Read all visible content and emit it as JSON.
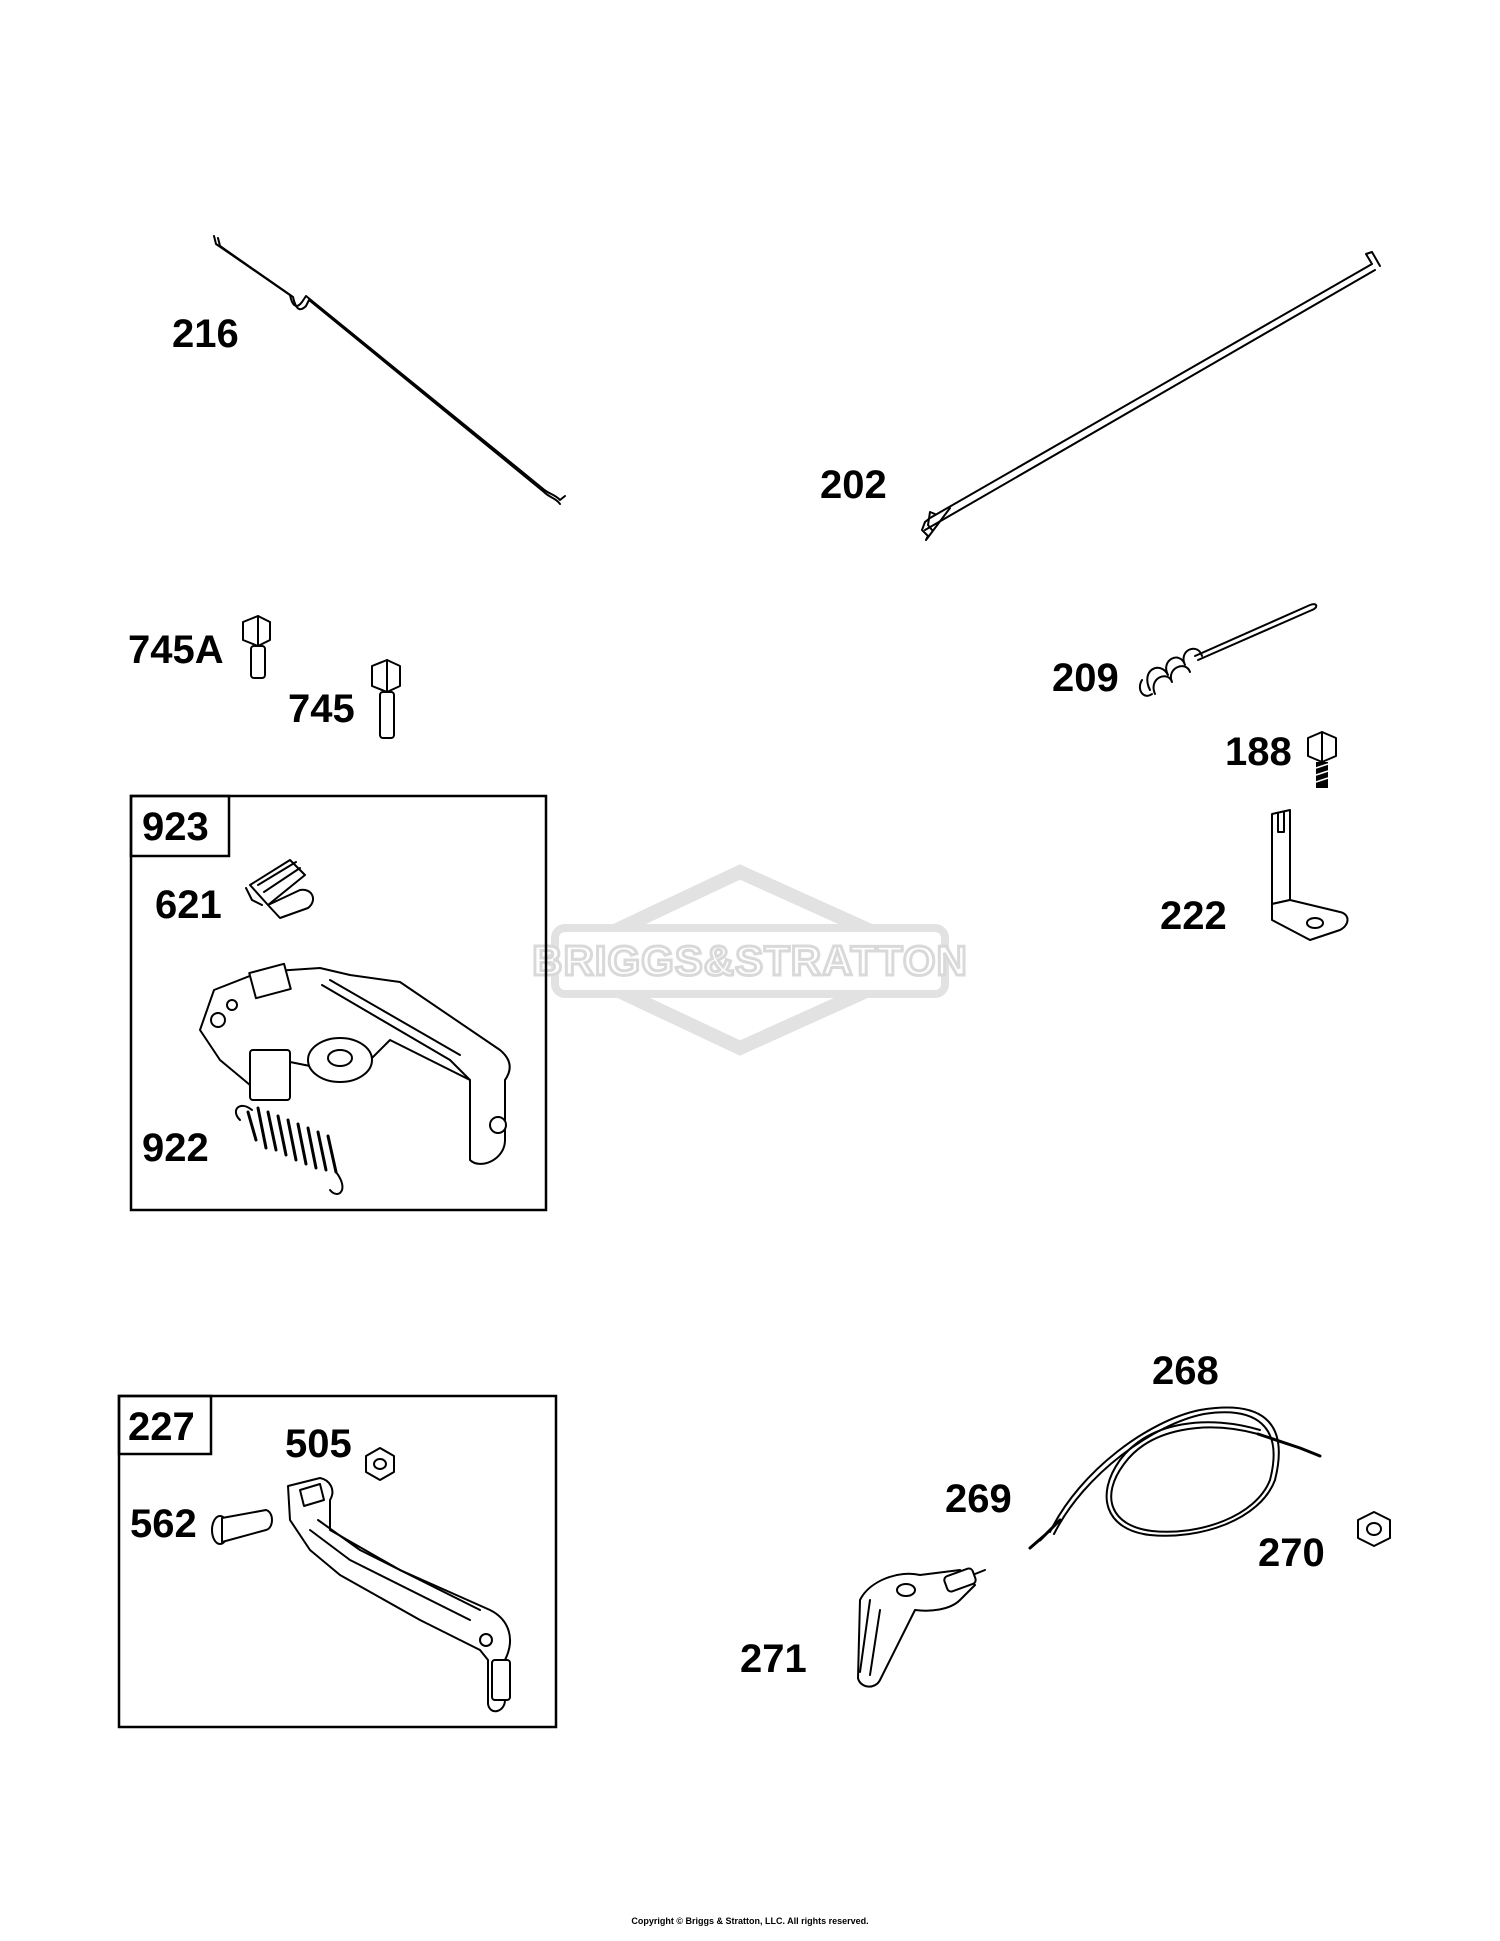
{
  "watermark": {
    "text": "BRIGGS&STRATTON"
  },
  "parts": [
    {
      "id": "216"
    },
    {
      "id": "202"
    },
    {
      "id": "745A"
    },
    {
      "id": "745"
    },
    {
      "id": "209"
    },
    {
      "id": "188"
    },
    {
      "id": "222"
    },
    {
      "id": "621"
    },
    {
      "id": "922"
    },
    {
      "id": "505"
    },
    {
      "id": "562"
    },
    {
      "id": "268"
    },
    {
      "id": "269"
    },
    {
      "id": "270"
    },
    {
      "id": "271"
    }
  ],
  "kits": [
    {
      "id": "923",
      "contains": [
        "621",
        "922"
      ]
    },
    {
      "id": "227",
      "contains": [
        "505",
        "562"
      ]
    }
  ],
  "footer": {
    "copyright": "Copyright © Briggs & Stratton, LLC. All rights reserved."
  }
}
